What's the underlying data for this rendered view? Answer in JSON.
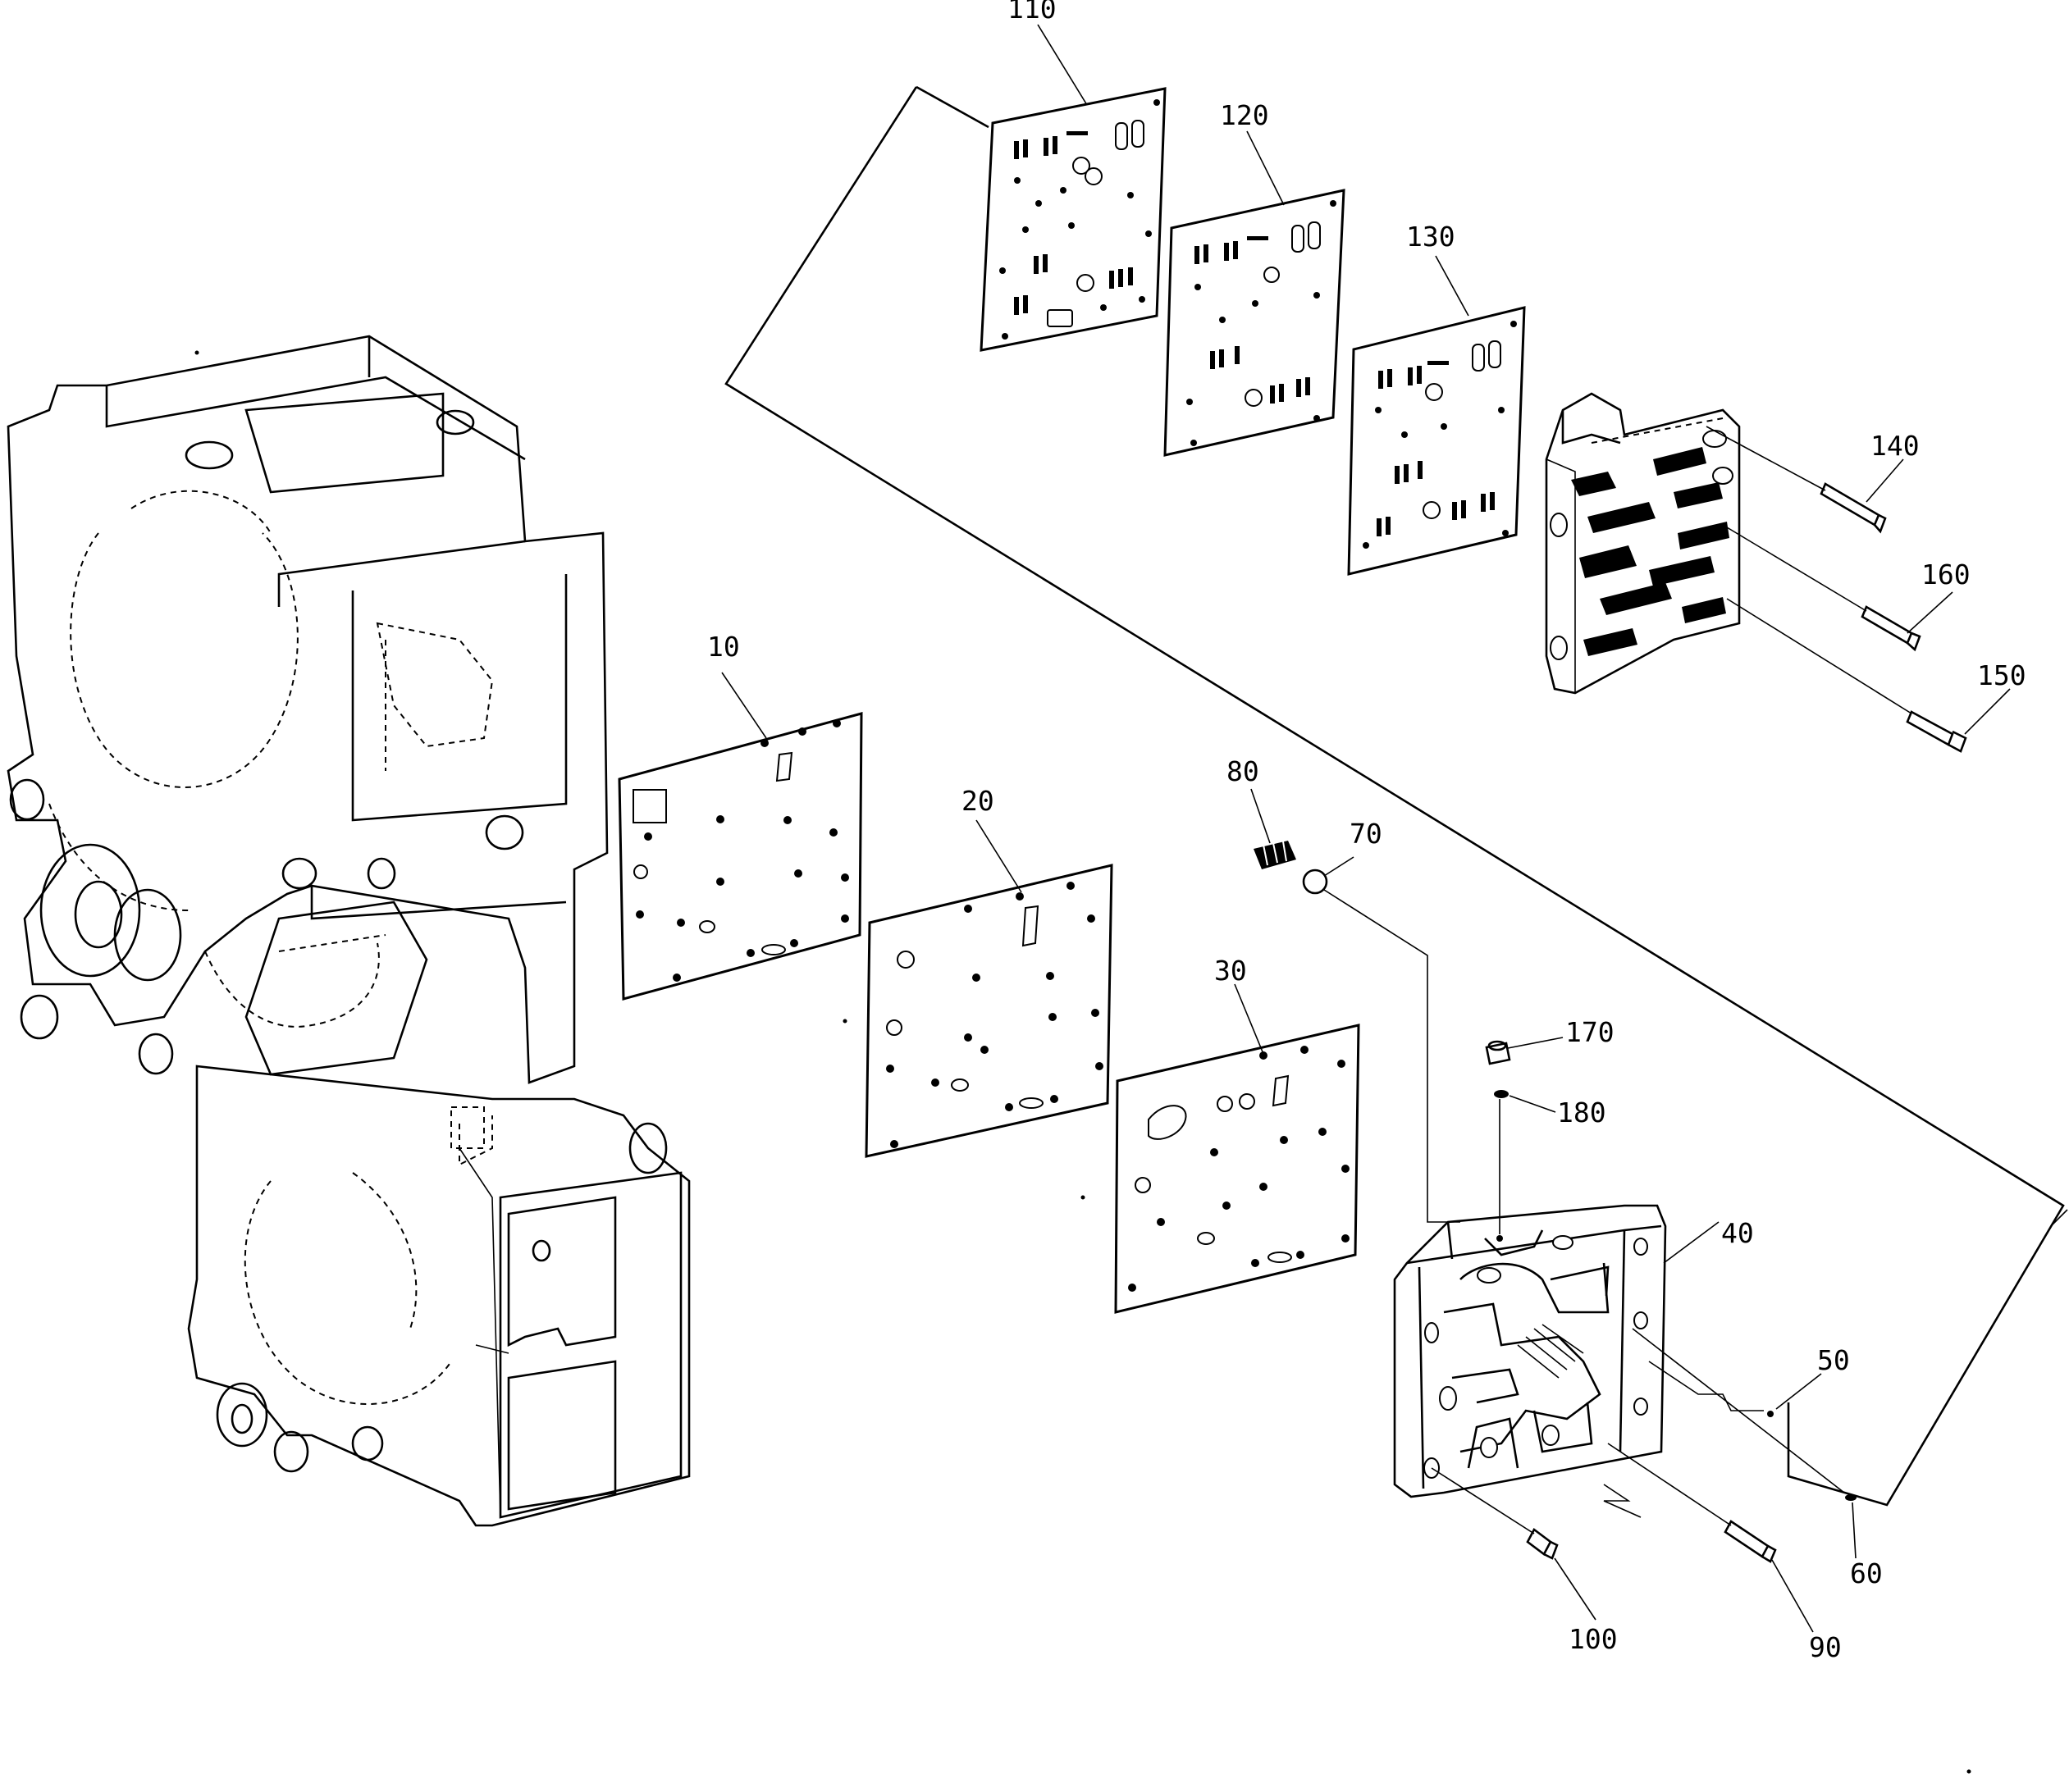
{
  "labels": {
    "p10": "10",
    "p20": "20",
    "p30": "30",
    "p40": "40",
    "p50": "50",
    "p60": "60",
    "p70": "70",
    "p80": "80",
    "p90": "90",
    "p100": "100",
    "p110": "110",
    "p120": "120",
    "p130": "130",
    "p140": "140",
    "p150": "150",
    "p160": "160",
    "p170": "170",
    "p180": "180"
  }
}
